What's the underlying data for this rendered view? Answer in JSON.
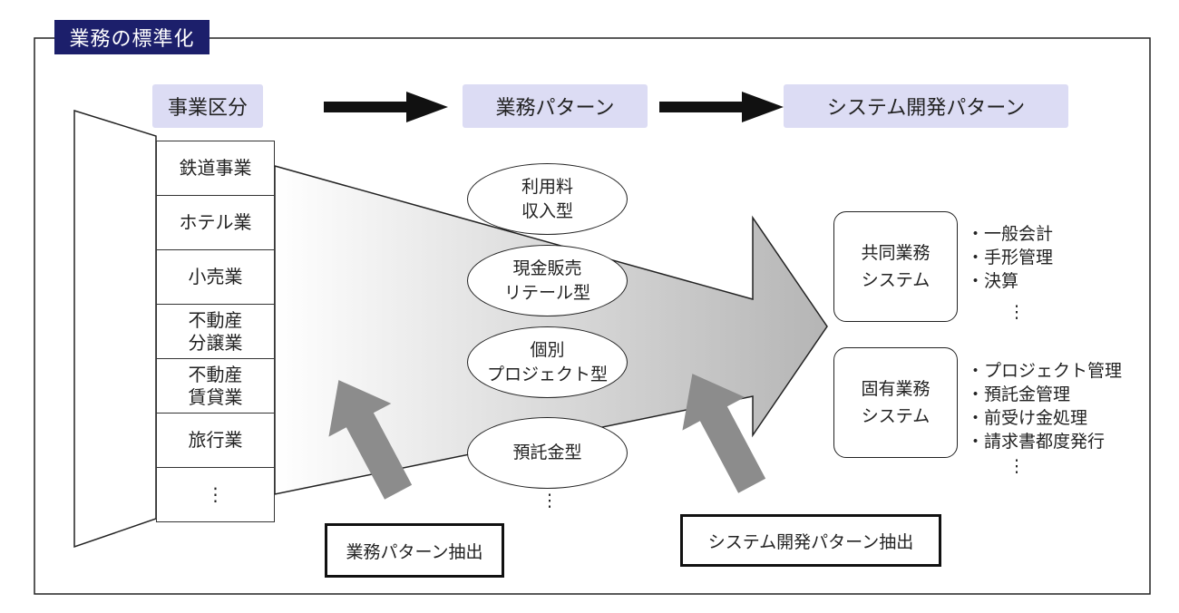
{
  "title": "業務の標準化",
  "headers": {
    "business_division": "事業区分",
    "business_pattern": "業務パターン",
    "system_dev_pattern": "システム開発パターン"
  },
  "categories": [
    {
      "line1": "鉄道事業",
      "line2": ""
    },
    {
      "line1": "ホテル業",
      "line2": ""
    },
    {
      "line1": "小売業",
      "line2": ""
    },
    {
      "line1": "不動産",
      "line2": "分譲業"
    },
    {
      "line1": "不動産",
      "line2": "賃貸業"
    },
    {
      "line1": "旅行業",
      "line2": ""
    },
    {
      "line1": "⋮",
      "line2": ""
    }
  ],
  "patterns": [
    {
      "line1": "利用料",
      "line2": "収入型"
    },
    {
      "line1": "現金販売",
      "line2": "リテール型"
    },
    {
      "line1": "個別",
      "line2": "プロジェクト型"
    },
    {
      "line1": "預託金型",
      "line2": ""
    }
  ],
  "pattern_more": "⋮",
  "systems": [
    {
      "line1": "共同業務",
      "line2": "システム",
      "items": [
        "・一般会計",
        "・手形管理",
        "・決算"
      ],
      "more": "⋮"
    },
    {
      "line1": "固有業務",
      "line2": "システム",
      "items": [
        "・プロジェクト管理",
        "・預託金管理",
        "・前受け金処理",
        "・請求書都度発行"
      ],
      "more": "⋮"
    }
  ],
  "extract_labels": {
    "business": "業務パターン抽出",
    "system": "システム開発パターン抽出"
  },
  "colors": {
    "title_bg": "#1c1f6b",
    "header_bg": "#dcdcf4",
    "big_arrow_gray": "#b5b5b5",
    "up_arrow_gray": "#8c8c8c"
  }
}
